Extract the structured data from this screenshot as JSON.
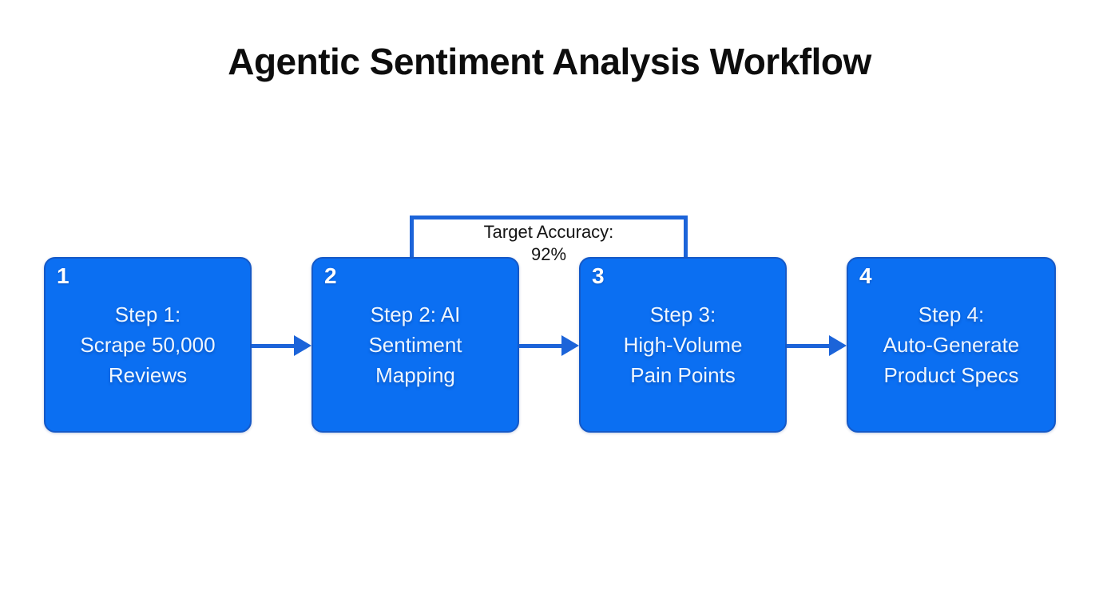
{
  "title": "Agentic Sentiment Analysis Workflow",
  "workflow": {
    "steps": [
      {
        "number": "1",
        "lines": [
          "Step 1:",
          "Scrape 50,000",
          "Reviews"
        ]
      },
      {
        "number": "2",
        "lines": [
          "Step 2: AI",
          "Sentiment",
          "Mapping"
        ]
      },
      {
        "number": "3",
        "lines": [
          "Step 3:",
          "High-Volume",
          "Pain Points"
        ]
      },
      {
        "number": "4",
        "lines": [
          "Step 4:",
          "Auto-Generate",
          "Product Specs"
        ]
      }
    ],
    "annotation": {
      "label": "Target Accuracy:",
      "value": "92%"
    }
  },
  "colors": {
    "background": "#ffffff",
    "title_text": "#0d0d0d",
    "box_fill": "#0b6ff2",
    "box_border": "#1559c7",
    "step_text": "#eef6ff",
    "connector": "#1c64d9",
    "annotation_text": "#141414"
  }
}
